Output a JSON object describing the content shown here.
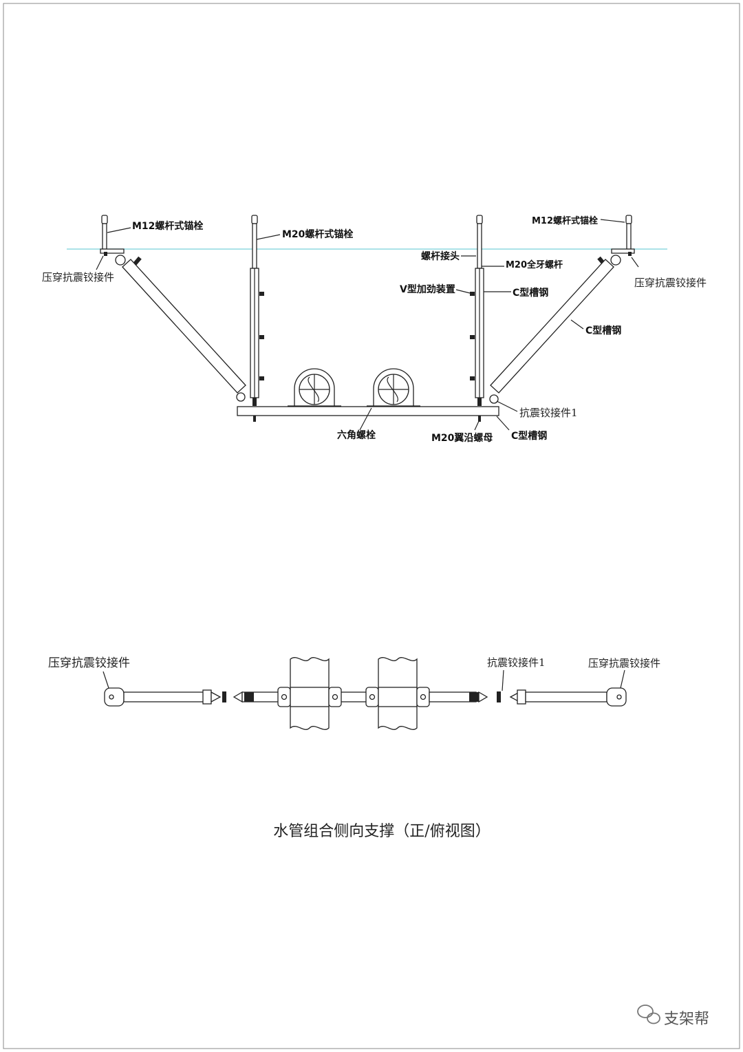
{
  "front_view": {
    "labels": {
      "m12_anchor_left": "M12螺杆式锚栓",
      "m20_anchor": "M20螺杆式锚栓",
      "hinge_left": "压穿抗震铰接件",
      "rod_coupler": "螺杆接头",
      "m20_threaded_rod": "M20全牙螺杆",
      "v_stiffener": "V型加劲装置",
      "c_channel_vertical": "C型槽钢",
      "c_channel_diagonal": "C型槽钢",
      "m12_anchor_right": "M12螺杆式锚栓",
      "hinge_right": "压穿抗震铰接件",
      "hinge_1": "抗震铰接件1",
      "hex_bolt": "六角螺栓",
      "m20_flange_nut": "M20翼沿螺母",
      "c_channel_bottom": "C型槽钢"
    },
    "ceiling_line_color": "#8fd8e0"
  },
  "top_view": {
    "labels": {
      "hinge_left": "压穿抗震铰接件",
      "hinge_1": "抗震铰接件1",
      "hinge_right": "压穿抗震铰接件"
    }
  },
  "caption": "水管组合侧向支撑（正/俯视图）",
  "watermark": "支架帮"
}
